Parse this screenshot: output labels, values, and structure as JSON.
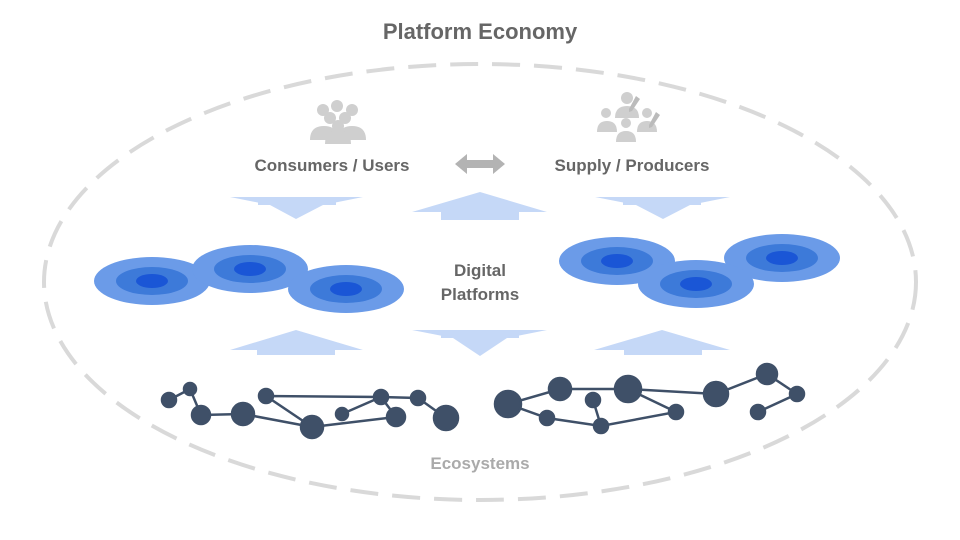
{
  "title": "Platform Economy",
  "consumers_label": "Consumers / Users",
  "supply_label": "Supply / Producers",
  "platforms_label_line1": "Digital",
  "platforms_label_line2": "Platforms",
  "ecosystems_label": "Ecosystems",
  "colors": {
    "text": "#666666",
    "muted": "#aaaaaa",
    "arrow": "#c5d8f7",
    "node": "#3f5068",
    "ring_outer": "#6b9be8",
    "ring_mid": "#3d7ad9",
    "ring_inner": "#1a56d6",
    "dash": "#d9d9d9"
  }
}
